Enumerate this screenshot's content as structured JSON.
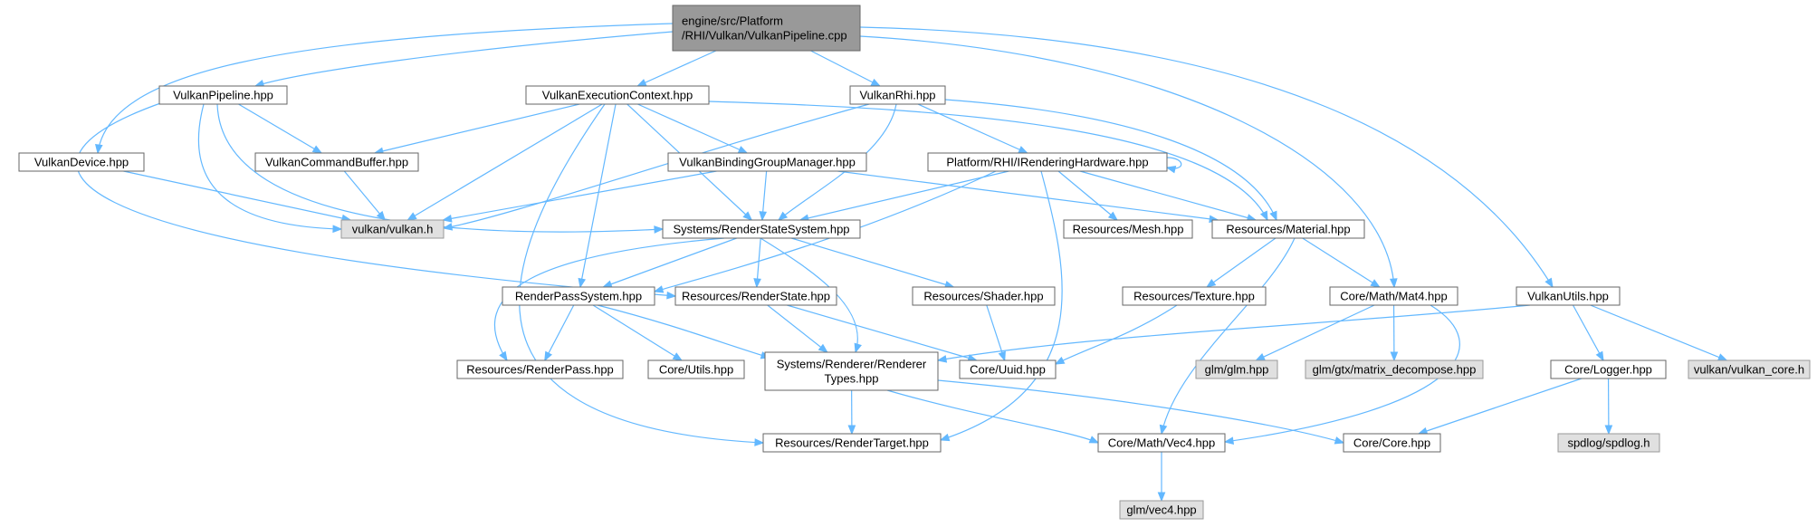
{
  "nodes": [
    {
      "id": "root",
      "lines": [
        "engine/src/Platform",
        "/RHI/Vulkan/VulkanPipeline.cpp"
      ],
      "style": "root"
    },
    {
      "id": "pipeline_hpp",
      "lines": [
        "VulkanPipeline.hpp"
      ],
      "style": "normal"
    },
    {
      "id": "exec_ctx",
      "lines": [
        "VulkanExecutionContext.hpp"
      ],
      "style": "normal"
    },
    {
      "id": "vulkan_rhi",
      "lines": [
        "VulkanRhi.hpp"
      ],
      "style": "normal"
    },
    {
      "id": "vulkan_device",
      "lines": [
        "VulkanDevice.hpp"
      ],
      "style": "normal"
    },
    {
      "id": "cmd_buffer",
      "lines": [
        "VulkanCommandBuffer.hpp"
      ],
      "style": "normal"
    },
    {
      "id": "binding_group",
      "lines": [
        "VulkanBindingGroupManager.hpp"
      ],
      "style": "normal"
    },
    {
      "id": "irendering",
      "lines": [
        "Platform/RHI/IRenderingHardware.hpp"
      ],
      "style": "normal"
    },
    {
      "id": "vulkan_h",
      "lines": [
        "vulkan/vulkan.h"
      ],
      "style": "external"
    },
    {
      "id": "render_state_system",
      "lines": [
        "Systems/RenderStateSystem.hpp"
      ],
      "style": "normal"
    },
    {
      "id": "mesh",
      "lines": [
        "Resources/Mesh.hpp"
      ],
      "style": "normal"
    },
    {
      "id": "material",
      "lines": [
        "Resources/Material.hpp"
      ],
      "style": "normal"
    },
    {
      "id": "render_pass_system",
      "lines": [
        "RenderPassSystem.hpp"
      ],
      "style": "normal"
    },
    {
      "id": "render_state",
      "lines": [
        "Resources/RenderState.hpp"
      ],
      "style": "normal"
    },
    {
      "id": "shader",
      "lines": [
        "Resources/Shader.hpp"
      ],
      "style": "normal"
    },
    {
      "id": "texture",
      "lines": [
        "Resources/Texture.hpp"
      ],
      "style": "normal"
    },
    {
      "id": "mat4",
      "lines": [
        "Core/Math/Mat4.hpp"
      ],
      "style": "normal"
    },
    {
      "id": "vulkan_utils",
      "lines": [
        "VulkanUtils.hpp"
      ],
      "style": "normal"
    },
    {
      "id": "render_pass",
      "lines": [
        "Resources/RenderPass.hpp"
      ],
      "style": "normal"
    },
    {
      "id": "core_utils",
      "lines": [
        "Core/Utils.hpp"
      ],
      "style": "normal"
    },
    {
      "id": "renderer_types",
      "lines": [
        "Systems/Renderer/Renderer",
        "Types.hpp"
      ],
      "style": "normal"
    },
    {
      "id": "uuid",
      "lines": [
        "Core/Uuid.hpp"
      ],
      "style": "normal"
    },
    {
      "id": "glm",
      "lines": [
        "glm/glm.hpp"
      ],
      "style": "external"
    },
    {
      "id": "matrix_decompose",
      "lines": [
        "glm/gtx/matrix_decompose.hpp"
      ],
      "style": "external"
    },
    {
      "id": "logger",
      "lines": [
        "Core/Logger.hpp"
      ],
      "style": "normal"
    },
    {
      "id": "vulkan_core",
      "lines": [
        "vulkan/vulkan_core.h"
      ],
      "style": "external"
    },
    {
      "id": "render_target",
      "lines": [
        "Resources/RenderTarget.hpp"
      ],
      "style": "normal"
    },
    {
      "id": "vec4",
      "lines": [
        "Core/Math/Vec4.hpp"
      ],
      "style": "normal"
    },
    {
      "id": "core_core",
      "lines": [
        "Core/Core.hpp"
      ],
      "style": "normal"
    },
    {
      "id": "spdlog",
      "lines": [
        "spdlog/spdlog.h"
      ],
      "style": "external"
    },
    {
      "id": "glm_vec4",
      "lines": [
        "glm/vec4.hpp"
      ],
      "style": "external"
    }
  ],
  "edges": [
    [
      "root",
      "pipeline_hpp"
    ],
    [
      "root",
      "exec_ctx"
    ],
    [
      "root",
      "vulkan_rhi"
    ],
    [
      "root",
      "vulkan_device"
    ],
    [
      "root",
      "mat4"
    ],
    [
      "root",
      "vulkan_utils"
    ],
    [
      "pipeline_hpp",
      "cmd_buffer"
    ],
    [
      "pipeline_hpp",
      "vulkan_h"
    ],
    [
      "pipeline_hpp",
      "render_state_system"
    ],
    [
      "pipeline_hpp",
      "render_state"
    ],
    [
      "exec_ctx",
      "cmd_buffer"
    ],
    [
      "exec_ctx",
      "vulkan_h"
    ],
    [
      "exec_ctx",
      "binding_group"
    ],
    [
      "exec_ctx",
      "render_state_system"
    ],
    [
      "exec_ctx",
      "material"
    ],
    [
      "exec_ctx",
      "render_pass_system"
    ],
    [
      "exec_ctx",
      "render_target"
    ],
    [
      "vulkan_rhi",
      "vulkan_h"
    ],
    [
      "vulkan_rhi",
      "irendering"
    ],
    [
      "vulkan_rhi",
      "render_state_system"
    ],
    [
      "vulkan_rhi",
      "material"
    ],
    [
      "vulkan_device",
      "vulkan_h"
    ],
    [
      "cmd_buffer",
      "vulkan_h"
    ],
    [
      "binding_group",
      "vulkan_h"
    ],
    [
      "binding_group",
      "render_state_system"
    ],
    [
      "binding_group",
      "material"
    ],
    [
      "irendering",
      "irendering"
    ],
    [
      "irendering",
      "render_state_system"
    ],
    [
      "irendering",
      "mesh"
    ],
    [
      "irendering",
      "material"
    ],
    [
      "irendering",
      "render_pass_system"
    ],
    [
      "irendering",
      "render_target"
    ],
    [
      "render_state_system",
      "render_pass_system"
    ],
    [
      "render_state_system",
      "render_state"
    ],
    [
      "render_state_system",
      "shader"
    ],
    [
      "render_state_system",
      "render_pass"
    ],
    [
      "render_state_system",
      "renderer_types"
    ],
    [
      "material",
      "texture"
    ],
    [
      "material",
      "mat4"
    ],
    [
      "material",
      "vec4"
    ],
    [
      "render_pass_system",
      "render_pass"
    ],
    [
      "render_pass_system",
      "core_utils"
    ],
    [
      "render_pass_system",
      "renderer_types"
    ],
    [
      "render_state",
      "renderer_types"
    ],
    [
      "render_state",
      "uuid"
    ],
    [
      "shader",
      "uuid"
    ],
    [
      "texture",
      "uuid"
    ],
    [
      "mat4",
      "glm"
    ],
    [
      "mat4",
      "matrix_decompose"
    ],
    [
      "mat4",
      "vec4"
    ],
    [
      "vulkan_utils",
      "renderer_types"
    ],
    [
      "vulkan_utils",
      "logger"
    ],
    [
      "vulkan_utils",
      "vulkan_core"
    ],
    [
      "renderer_types",
      "render_target"
    ],
    [
      "renderer_types",
      "vec4"
    ],
    [
      "renderer_types",
      "core_core"
    ],
    [
      "logger",
      "spdlog"
    ],
    [
      "logger",
      "core_core"
    ],
    [
      "vec4",
      "glm_vec4"
    ]
  ],
  "colors": {
    "edge": "#63b8ff",
    "node_border": "#666666",
    "root_fill": "#999999",
    "normal_fill": "#ffffff",
    "external_fill": "#e0e0e0",
    "external_border": "#999999"
  }
}
